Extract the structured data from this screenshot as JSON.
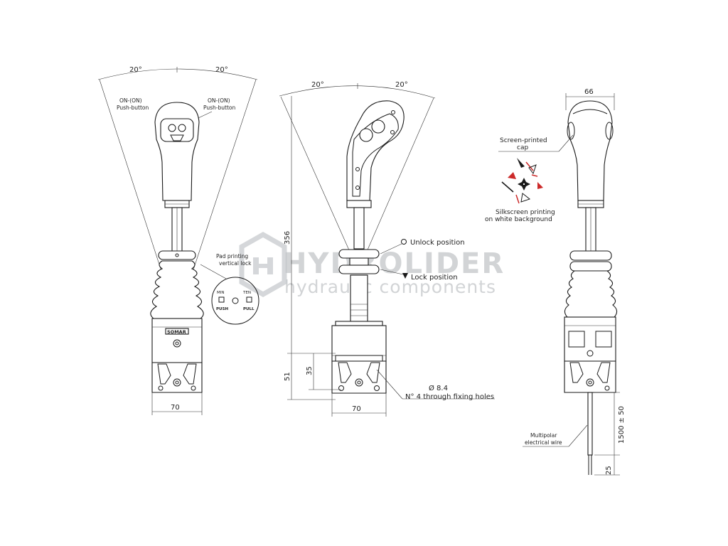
{
  "watermark": {
    "brand": "HYDROLIDER",
    "tagline": "hydraulic components",
    "color": "#b4b8bc"
  },
  "view_front": {
    "angle_left": "20°",
    "angle_right": "20°",
    "label_button_left_line1": "ON-(ON)",
    "label_button_left_line2": "Push-button",
    "label_button_right_line1": "ON-(ON)",
    "label_button_right_line2": "Push-button",
    "label_pad_line1": "Pad printing",
    "label_pad_line2": "vertical lock",
    "lock_push_top": "MIN",
    "lock_pull_top": "TEN",
    "lock_push": "PUSH",
    "lock_pull": "PULL",
    "brand_plate": "SOMAR",
    "width": "70"
  },
  "view_side": {
    "angle_left": "20°",
    "angle_right": "20°",
    "height_total": "356",
    "height_base": "51",
    "height_holes": "35",
    "unlock": "Unlock position",
    "lock": "Lock position",
    "hole_diameter": "Ø 8.4",
    "holes_note": "N° 4 through fixing holes",
    "width": "70"
  },
  "view_back": {
    "width_top": "66",
    "cap_line1": "Screen-printed",
    "cap_line2": "cap",
    "silk_line1": "Silkscreen printing",
    "silk_line2": "on white background",
    "wire_line1": "Multipolar",
    "wire_line2": "electrical wire",
    "wire_length": "1500 ± 50",
    "wire_strip": "25"
  }
}
